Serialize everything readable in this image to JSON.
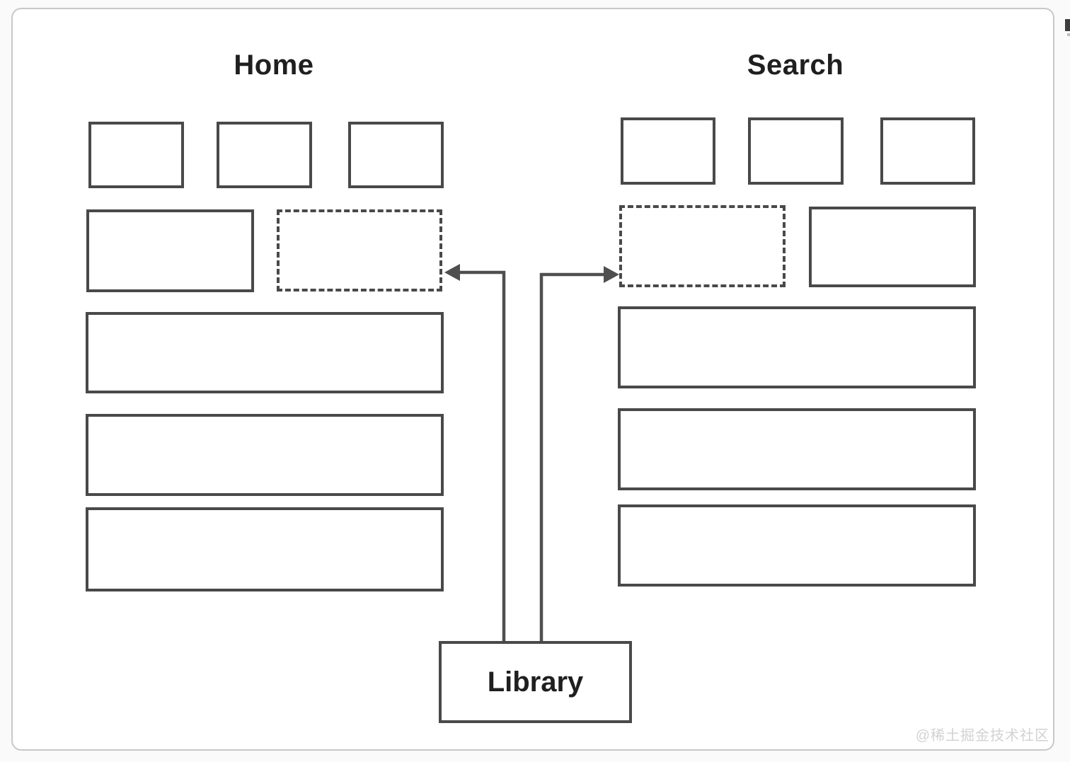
{
  "diagram": {
    "panels": {
      "home": {
        "title": "Home",
        "boxes": [
          {
            "id": "home-thumb-1",
            "row": 1,
            "style": "solid",
            "size": "small"
          },
          {
            "id": "home-thumb-2",
            "row": 1,
            "style": "solid",
            "size": "small"
          },
          {
            "id": "home-thumb-3",
            "row": 1,
            "style": "solid",
            "size": "small"
          },
          {
            "id": "home-block-solid",
            "row": 2,
            "style": "solid",
            "size": "medium"
          },
          {
            "id": "home-library-slot",
            "row": 2,
            "style": "dashed",
            "size": "medium",
            "role": "library-slot"
          },
          {
            "id": "home-wide-1",
            "row": 3,
            "style": "solid",
            "size": "wide"
          },
          {
            "id": "home-wide-2",
            "row": 4,
            "style": "solid",
            "size": "wide"
          },
          {
            "id": "home-wide-3",
            "row": 5,
            "style": "solid",
            "size": "wide"
          }
        ]
      },
      "search": {
        "title": "Search",
        "boxes": [
          {
            "id": "search-thumb-1",
            "row": 1,
            "style": "solid",
            "size": "small"
          },
          {
            "id": "search-thumb-2",
            "row": 1,
            "style": "solid",
            "size": "small"
          },
          {
            "id": "search-thumb-3",
            "row": 1,
            "style": "solid",
            "size": "small"
          },
          {
            "id": "search-library-slot",
            "row": 2,
            "style": "dashed",
            "size": "medium",
            "role": "library-slot"
          },
          {
            "id": "search-block-solid",
            "row": 2,
            "style": "solid",
            "size": "medium"
          },
          {
            "id": "search-wide-1",
            "row": 3,
            "style": "solid",
            "size": "wide"
          },
          {
            "id": "search-wide-2",
            "row": 4,
            "style": "solid",
            "size": "wide"
          },
          {
            "id": "search-wide-3",
            "row": 5,
            "style": "solid",
            "size": "wide"
          }
        ]
      }
    },
    "library": {
      "label": "Library"
    },
    "arrows": [
      {
        "from": "library",
        "to": "home-library-slot",
        "pointing": "left"
      },
      {
        "from": "library",
        "to": "search-library-slot",
        "pointing": "right"
      }
    ],
    "colors": {
      "box_border": "#494949",
      "arrow": "#4f4f4f",
      "card_border": "#c8c8c8",
      "title": "#1f1f1f",
      "watermark": "#d2d2d2",
      "page_bg": "#fafafa",
      "card_bg": "#ffffff"
    }
  },
  "watermark": {
    "text": "@稀土掘金技术社区"
  }
}
